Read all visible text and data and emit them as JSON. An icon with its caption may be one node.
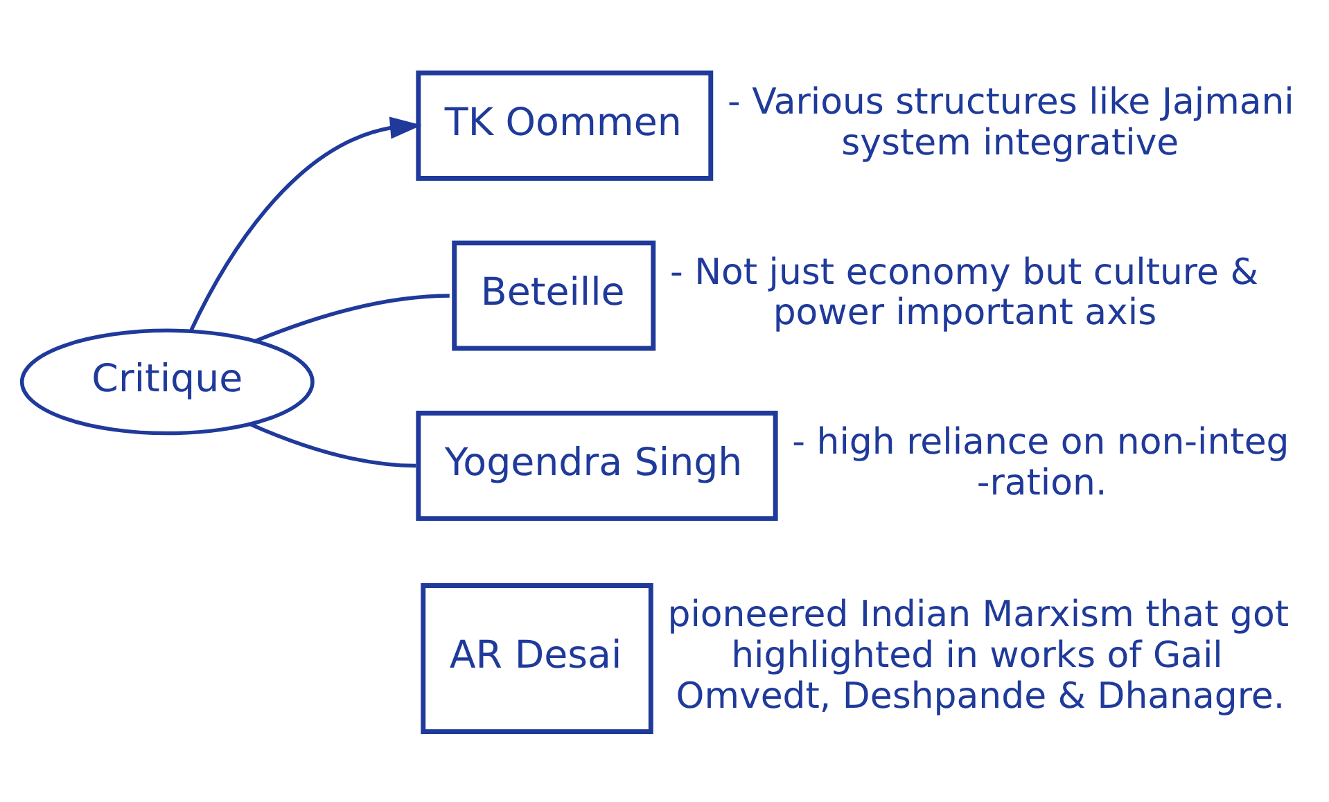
{
  "diagram": {
    "nodes": [
      {
        "text": [
          "Critique"
        ]
      },
      {
        "text": [
          "TK Oommen"
        ],
        "beside": [
          "- Various structures like Jajmani system integrative"
        ]
      },
      {
        "text": [
          "Beteille"
        ],
        "beside": [
          "- Not just economy but culture & power important axis"
        ]
      },
      {
        "text": [
          "Yogendra Singh"
        ],
        "beside": [
          "- high reliance on non-integ -ration."
        ]
      },
      {
        "text": [
          "AR Desai"
        ],
        "beside": [
          "pioneered Indian Marxism that got highlighted in works of Gail Omvedt, Deshpande & Dhanagre."
        ]
      }
    ],
    "edges": [
      {
        "from": 0,
        "to": 1,
        "arrow": "to"
      },
      {
        "from": 0,
        "to": 2,
        "arrow": "none"
      },
      {
        "from": 0,
        "to": 3,
        "arrow": "none"
      }
    ]
  }
}
